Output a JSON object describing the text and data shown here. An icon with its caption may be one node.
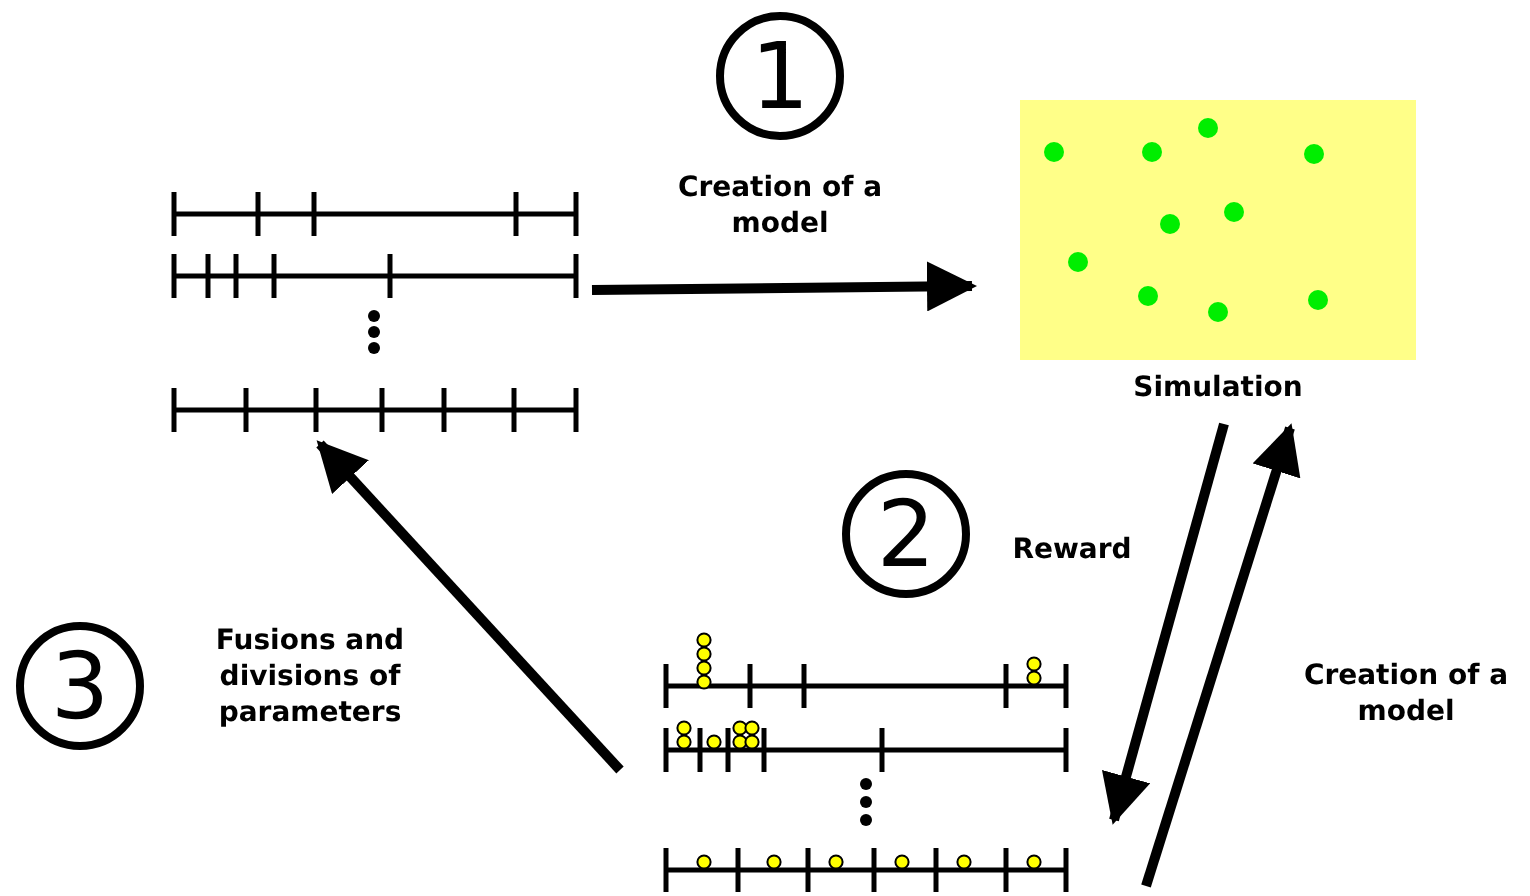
{
  "diagram": {
    "nodes": [
      {
        "text": [],
        "shape": "picture"
      },
      {
        "text": [
          "Simulation"
        ]
      },
      {
        "text": [],
        "shape": "picture"
      }
    ],
    "edges": [
      {
        "from": 0,
        "to": 1,
        "arrow": "to",
        "label": "Creation of a model"
      },
      {
        "from": 1,
        "to": 2,
        "arrow": "to",
        "label": "Reward"
      },
      {
        "from": 2,
        "to": 1,
        "arrow": "to",
        "label": "Creation of a model"
      },
      {
        "from": 2,
        "to": 0,
        "arrow": "to",
        "label": "Fusions and divisions of parameters"
      }
    ],
    "labels": [
      "1",
      "2",
      "3"
    ]
  }
}
